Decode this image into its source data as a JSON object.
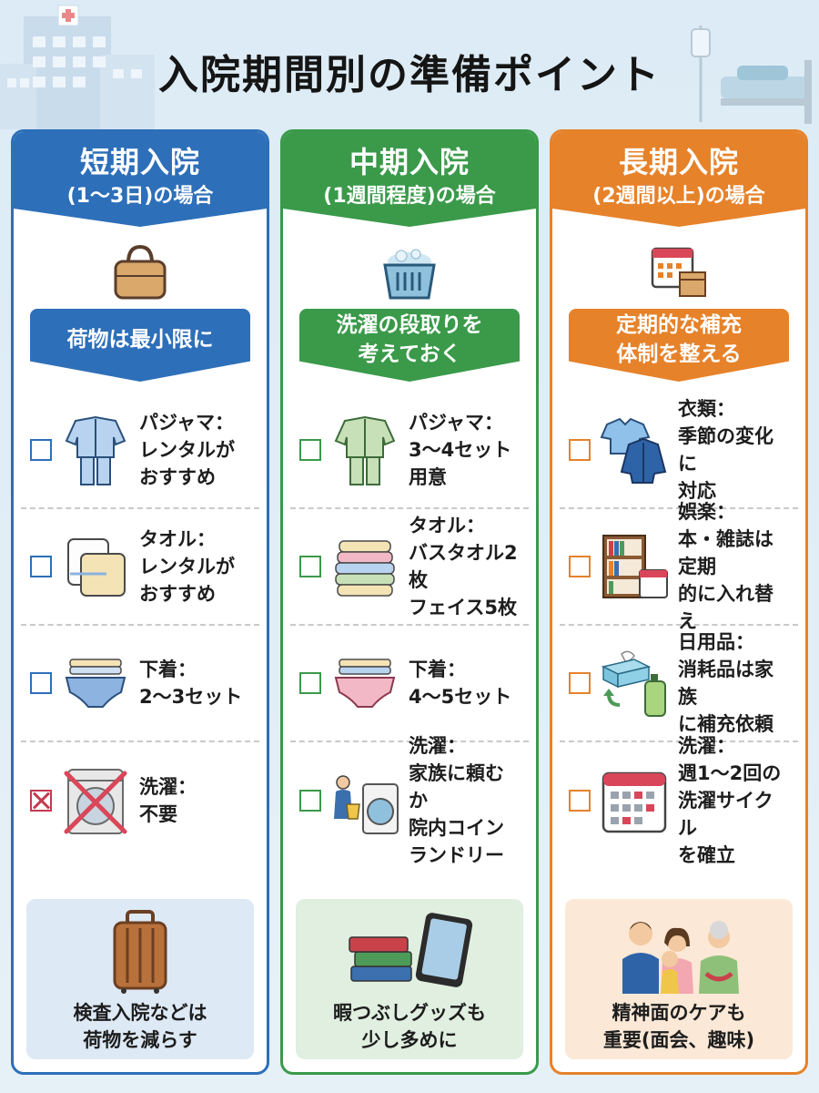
{
  "title": "入院期間別の準備ポイント",
  "colors": {
    "blue": "#2d6fb9",
    "green": "#3a9a4a",
    "orange": "#e6822a"
  },
  "columns": [
    {
      "title": "短期入院",
      "subtitle": "(1〜3日)の場合",
      "head_icon": "handbag-icon",
      "banner": "荷物は最小限に",
      "items": [
        {
          "icon": "pajamas-icon",
          "checked": false,
          "label": "パジャマ：",
          "detail": "レンタルが\nおすすめ"
        },
        {
          "icon": "towel-icon",
          "checked": false,
          "label": "タオル：",
          "detail": "レンタルが\nおすすめ"
        },
        {
          "icon": "underwear-icon",
          "checked": false,
          "label": "下着：",
          "detail": "2〜3セット"
        },
        {
          "icon": "washing-machine-crossed-icon",
          "checked": "crossed",
          "label": "洗濯：",
          "detail": "不要"
        }
      ],
      "footer_icon": "suitcase-icon",
      "footer": "検査入院などは\n荷物を減らす"
    },
    {
      "title": "中期入院",
      "subtitle": "(1週間程度)の場合",
      "head_icon": "laundry-basket-icon",
      "banner_lines": [
        "洗濯の段取りを",
        "考えておく"
      ],
      "items": [
        {
          "icon": "pajamas-icon",
          "checked": false,
          "label": "パジャマ：",
          "detail": "3〜4セット\n用意"
        },
        {
          "icon": "towel-stack-icon",
          "checked": false,
          "label": "タオル：",
          "detail": "バスタオル2枚\nフェイス5枚"
        },
        {
          "icon": "underwear-icon",
          "checked": false,
          "label": "下着：",
          "detail": "4〜5セット"
        },
        {
          "icon": "coin-laundry-icon",
          "checked": false,
          "label": "洗濯：",
          "detail": "家族に頼むか\n院内コイン\nランドリー"
        }
      ],
      "footer_icon": "books-tablet-icon",
      "footer": "暇つぶしグッズも\n少し多めに"
    },
    {
      "title": "長期入院",
      "subtitle": "(2週間以上)の場合",
      "head_icon": "calendar-box-icon",
      "banner_lines": [
        "定期的な補充",
        "体制を整える"
      ],
      "items": [
        {
          "icon": "clothes-icon",
          "checked": false,
          "label": "衣類：",
          "detail": "季節の変化に\n対応"
        },
        {
          "icon": "bookshelf-icon",
          "checked": false,
          "label": "娯楽：",
          "detail": "本・雑誌は定期\n的に入れ替え"
        },
        {
          "icon": "tissue-bottle-icon",
          "checked": false,
          "label": "日用品：",
          "detail": "消耗品は家族\nに補充依頼"
        },
        {
          "icon": "calendar-icon",
          "checked": false,
          "label": "洗濯：",
          "detail": "週1〜2回の\n洗濯サイクル\nを確立"
        }
      ],
      "footer_icon": "family-icon",
      "footer": "精神面のケアも\n重要(面会、趣味)"
    }
  ]
}
